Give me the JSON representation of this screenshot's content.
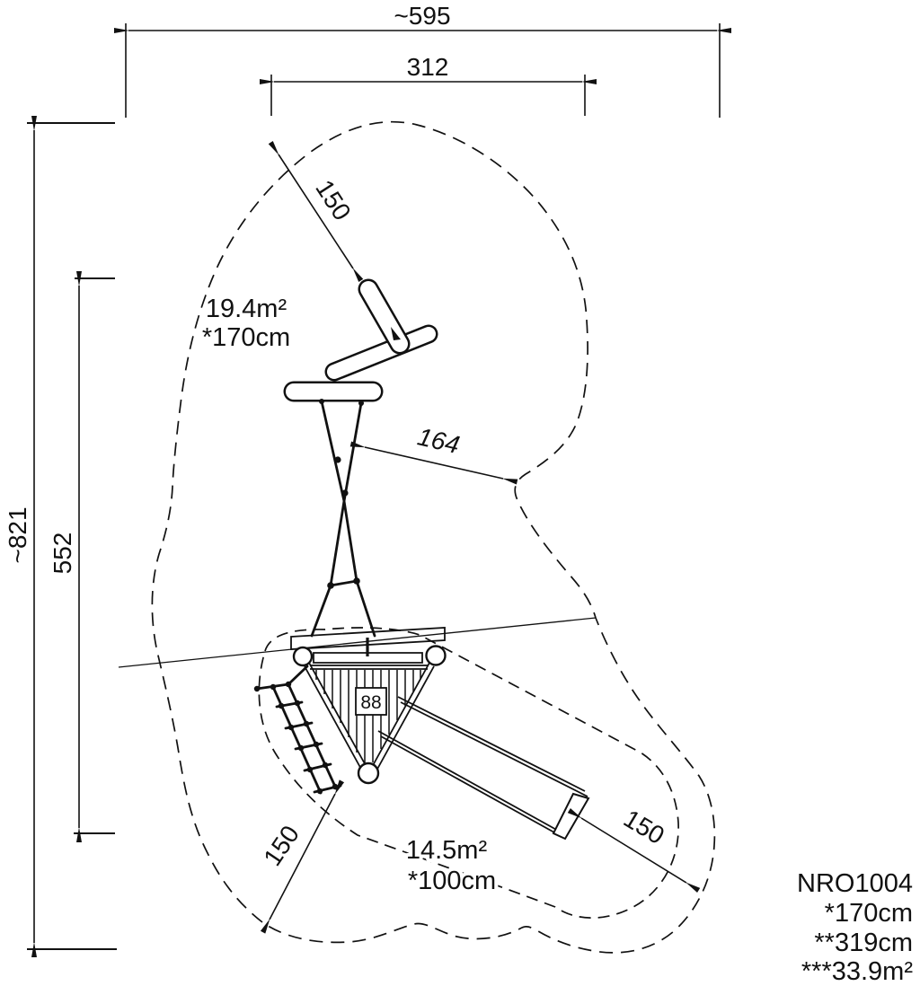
{
  "dimensions": {
    "overall_width": "~595",
    "platform_width": "312",
    "overall_depth": "~821",
    "inner_depth": "552",
    "radius_top": "150",
    "net_offset": "164",
    "radius_bottom_left": "150",
    "radius_bottom_right": "150"
  },
  "zones": {
    "upper": {
      "area": "19.4m²",
      "fall_height": "*170cm"
    },
    "lower": {
      "area": "14.5m²",
      "fall_height": "*100cm"
    }
  },
  "item_tag": "88",
  "legend": {
    "model": "NRO1004",
    "fall_height": "*170cm",
    "equipment_height": "**319cm",
    "total_area": "***33.9m²"
  }
}
